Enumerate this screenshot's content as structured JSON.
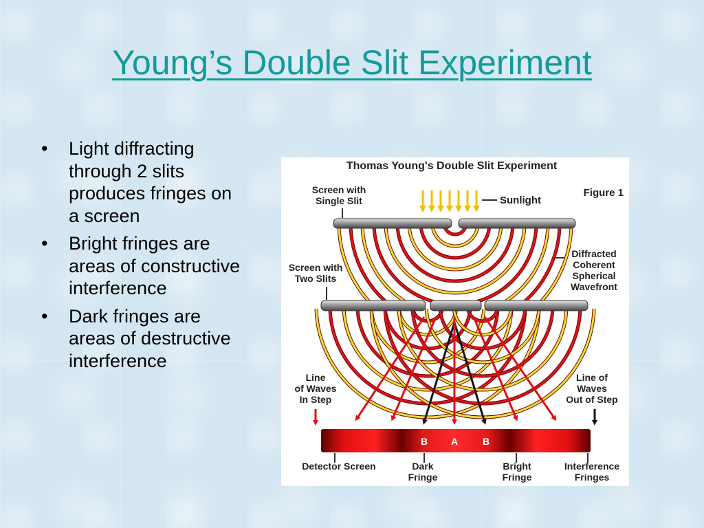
{
  "slide": {
    "title": "Young’s Double Slit Experiment",
    "bullets": [
      "Light diffracting through 2 slits produces fringes on a screen",
      "Bright fringes are areas of constructive interference",
      "Dark fringes are areas of destructive interference"
    ],
    "bullet_glyph": "•"
  },
  "figure": {
    "title": "Thomas Young's Double Slit Experiment",
    "figure_label": "Figure 1",
    "screen_single_slit": [
      "Screen with",
      "Single Slit"
    ],
    "sunlight": "Sunlight",
    "diffracted": [
      "Diffracted",
      "Coherent",
      "Spherical",
      "Wavefront"
    ],
    "screen_two_slits": [
      "Screen with",
      "Two Slits"
    ],
    "line_in_step": [
      "Line",
      "of Waves",
      "In Step"
    ],
    "line_out_of_step": [
      "Line of",
      "Waves",
      "Out of Step"
    ],
    "fringe_letters": [
      "B",
      "A",
      "B"
    ],
    "detector_screen": "Detector Screen",
    "dark_fringe": [
      "Dark",
      "Fringe"
    ],
    "bright_fringe": [
      "Bright",
      "Fringe"
    ],
    "interference_fringes": [
      "Interference",
      "Fringes"
    ],
    "colors": {
      "red_wave": "#d8151d",
      "yellow_wave": "#e8e23a",
      "accent": "#139a9a"
    }
  }
}
